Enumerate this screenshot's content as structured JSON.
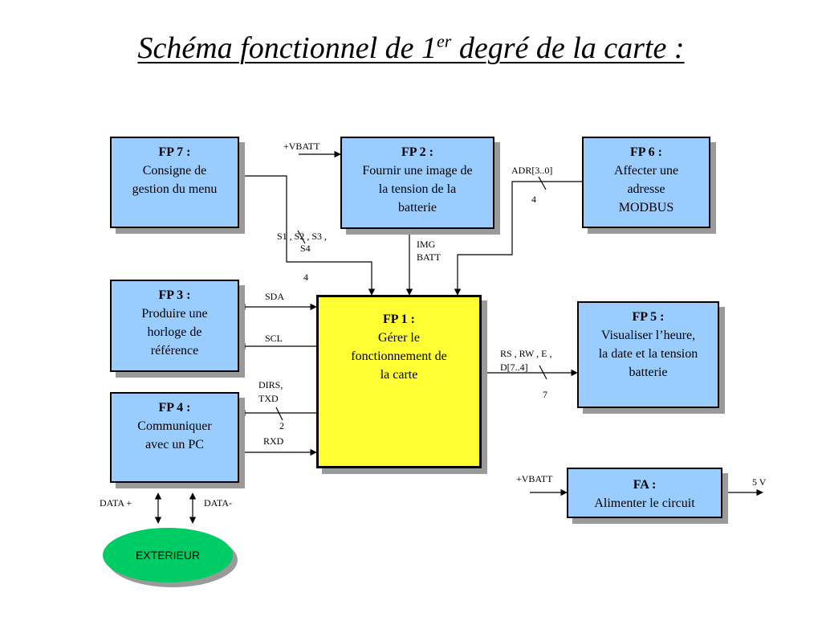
{
  "title": {
    "prefix": "Schéma fonctionnel de 1",
    "sup": "er",
    "suffix": " degré de la carte :"
  },
  "blocks": {
    "fp7": {
      "title": "FP 7 :",
      "lines": [
        "Consigne de",
        "gestion du menu"
      ]
    },
    "fp2": {
      "title": "FP 2 :",
      "lines": [
        "Fournir une image de",
        "la tension de la",
        "batterie"
      ]
    },
    "fp6": {
      "title": "FP 6 :",
      "lines": [
        "Affecter une",
        "adresse",
        "MODBUS"
      ]
    },
    "fp3": {
      "title": "FP 3 :",
      "lines": [
        "Produire une",
        "horloge de",
        "référence"
      ]
    },
    "fp1": {
      "title": "FP 1 :",
      "lines": [
        "Gérer le",
        "fonctionnement de",
        "la carte"
      ]
    },
    "fp5": {
      "title": "FP 5 :",
      "lines": [
        "Visualiser l’heure,",
        "la date et la tension",
        "batterie"
      ]
    },
    "fp4": {
      "title": "FP 4 :",
      "lines": [
        "Communiquer",
        "avec un PC"
      ]
    },
    "fa": {
      "title": "FA :",
      "lines": [
        "Alimenter le circuit"
      ]
    }
  },
  "exterior": "EXTERIEUR",
  "signals": {
    "vbatt_top": "+VBATT",
    "adr": "ADR[3..0]",
    "adr_width": "4",
    "switches_1": "S1 , S2 , S3 ,",
    "switches_2": "S4",
    "switches_width": "4",
    "img_1": "IMG",
    "img_2": "BATT",
    "sda": "SDA",
    "scl": "SCL",
    "dirs": "DIRS,",
    "txd": "TXD",
    "tx_width": "2",
    "rxd": "RXD",
    "lcd_1": "RS , RW , E ,",
    "lcd_2": "D[7..4]",
    "lcd_width": "7",
    "vbatt_fa": "+VBATT",
    "five_v": "5 V",
    "data_plus": "DATA +",
    "data_minus": "DATA-"
  }
}
